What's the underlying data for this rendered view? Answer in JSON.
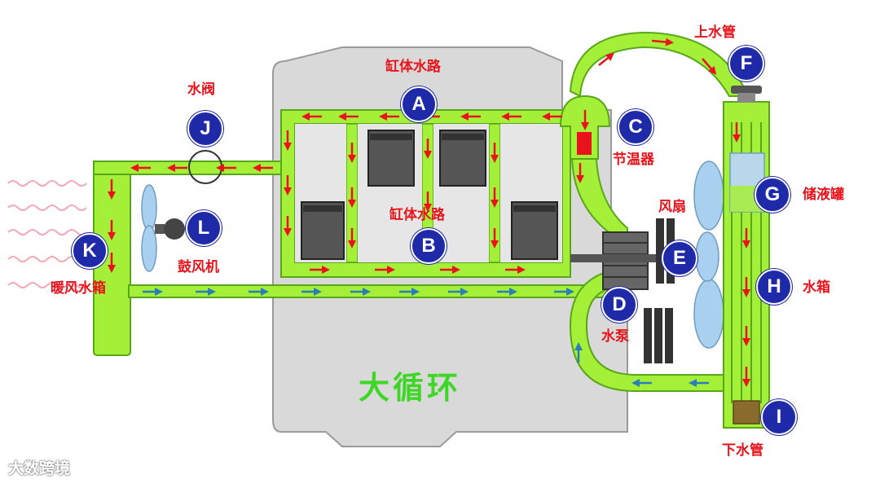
{
  "labels": {
    "A": "缸体水路",
    "B": "缸体水路",
    "C": "节温器",
    "D": "水泵",
    "E": "风扇",
    "F": "上水管",
    "G": "储液罐",
    "H": "水箱",
    "I": "下水管",
    "J": "水阀",
    "K": "暖风水箱",
    "L": "鼓风机"
  },
  "markers": [
    "A",
    "B",
    "C",
    "D",
    "E",
    "F",
    "G",
    "H",
    "I",
    "J",
    "K",
    "L"
  ],
  "title": "大循环",
  "watermark": "大数跨境",
  "colors": {
    "coolant": "#a4ef37",
    "coolant_outline": "#5aa61a",
    "block": "#d9d9d9",
    "arrow_hot": "#e8131b",
    "arrow_cold": "#2a7fb8",
    "marker": "#1f2aa8",
    "label": "#e8131b",
    "title": "#3fd628"
  }
}
